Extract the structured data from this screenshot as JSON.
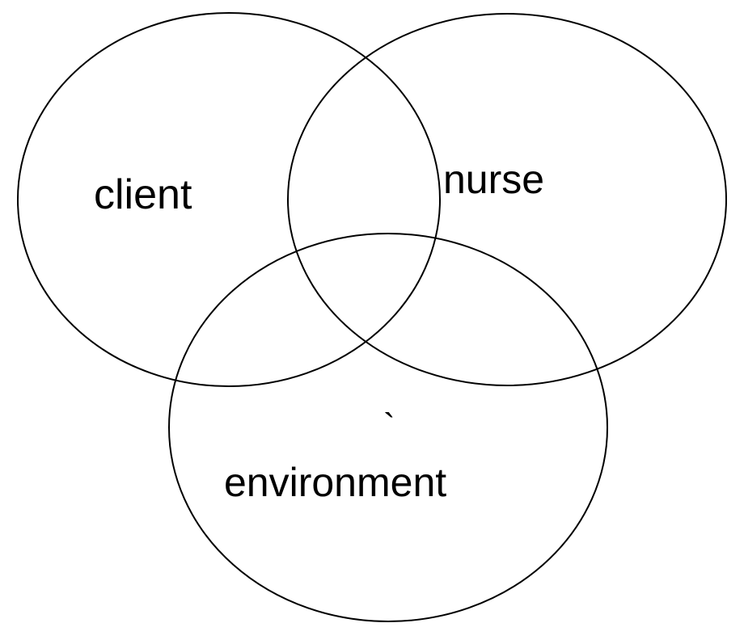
{
  "diagram": {
    "type": "venn",
    "sets": [
      {
        "id": "client",
        "label": "client"
      },
      {
        "id": "nurse",
        "label": "nurse"
      },
      {
        "id": "environment",
        "label": "environment"
      }
    ],
    "stray_mark": "`",
    "line_color": "#000000",
    "background": "#ffffff"
  }
}
